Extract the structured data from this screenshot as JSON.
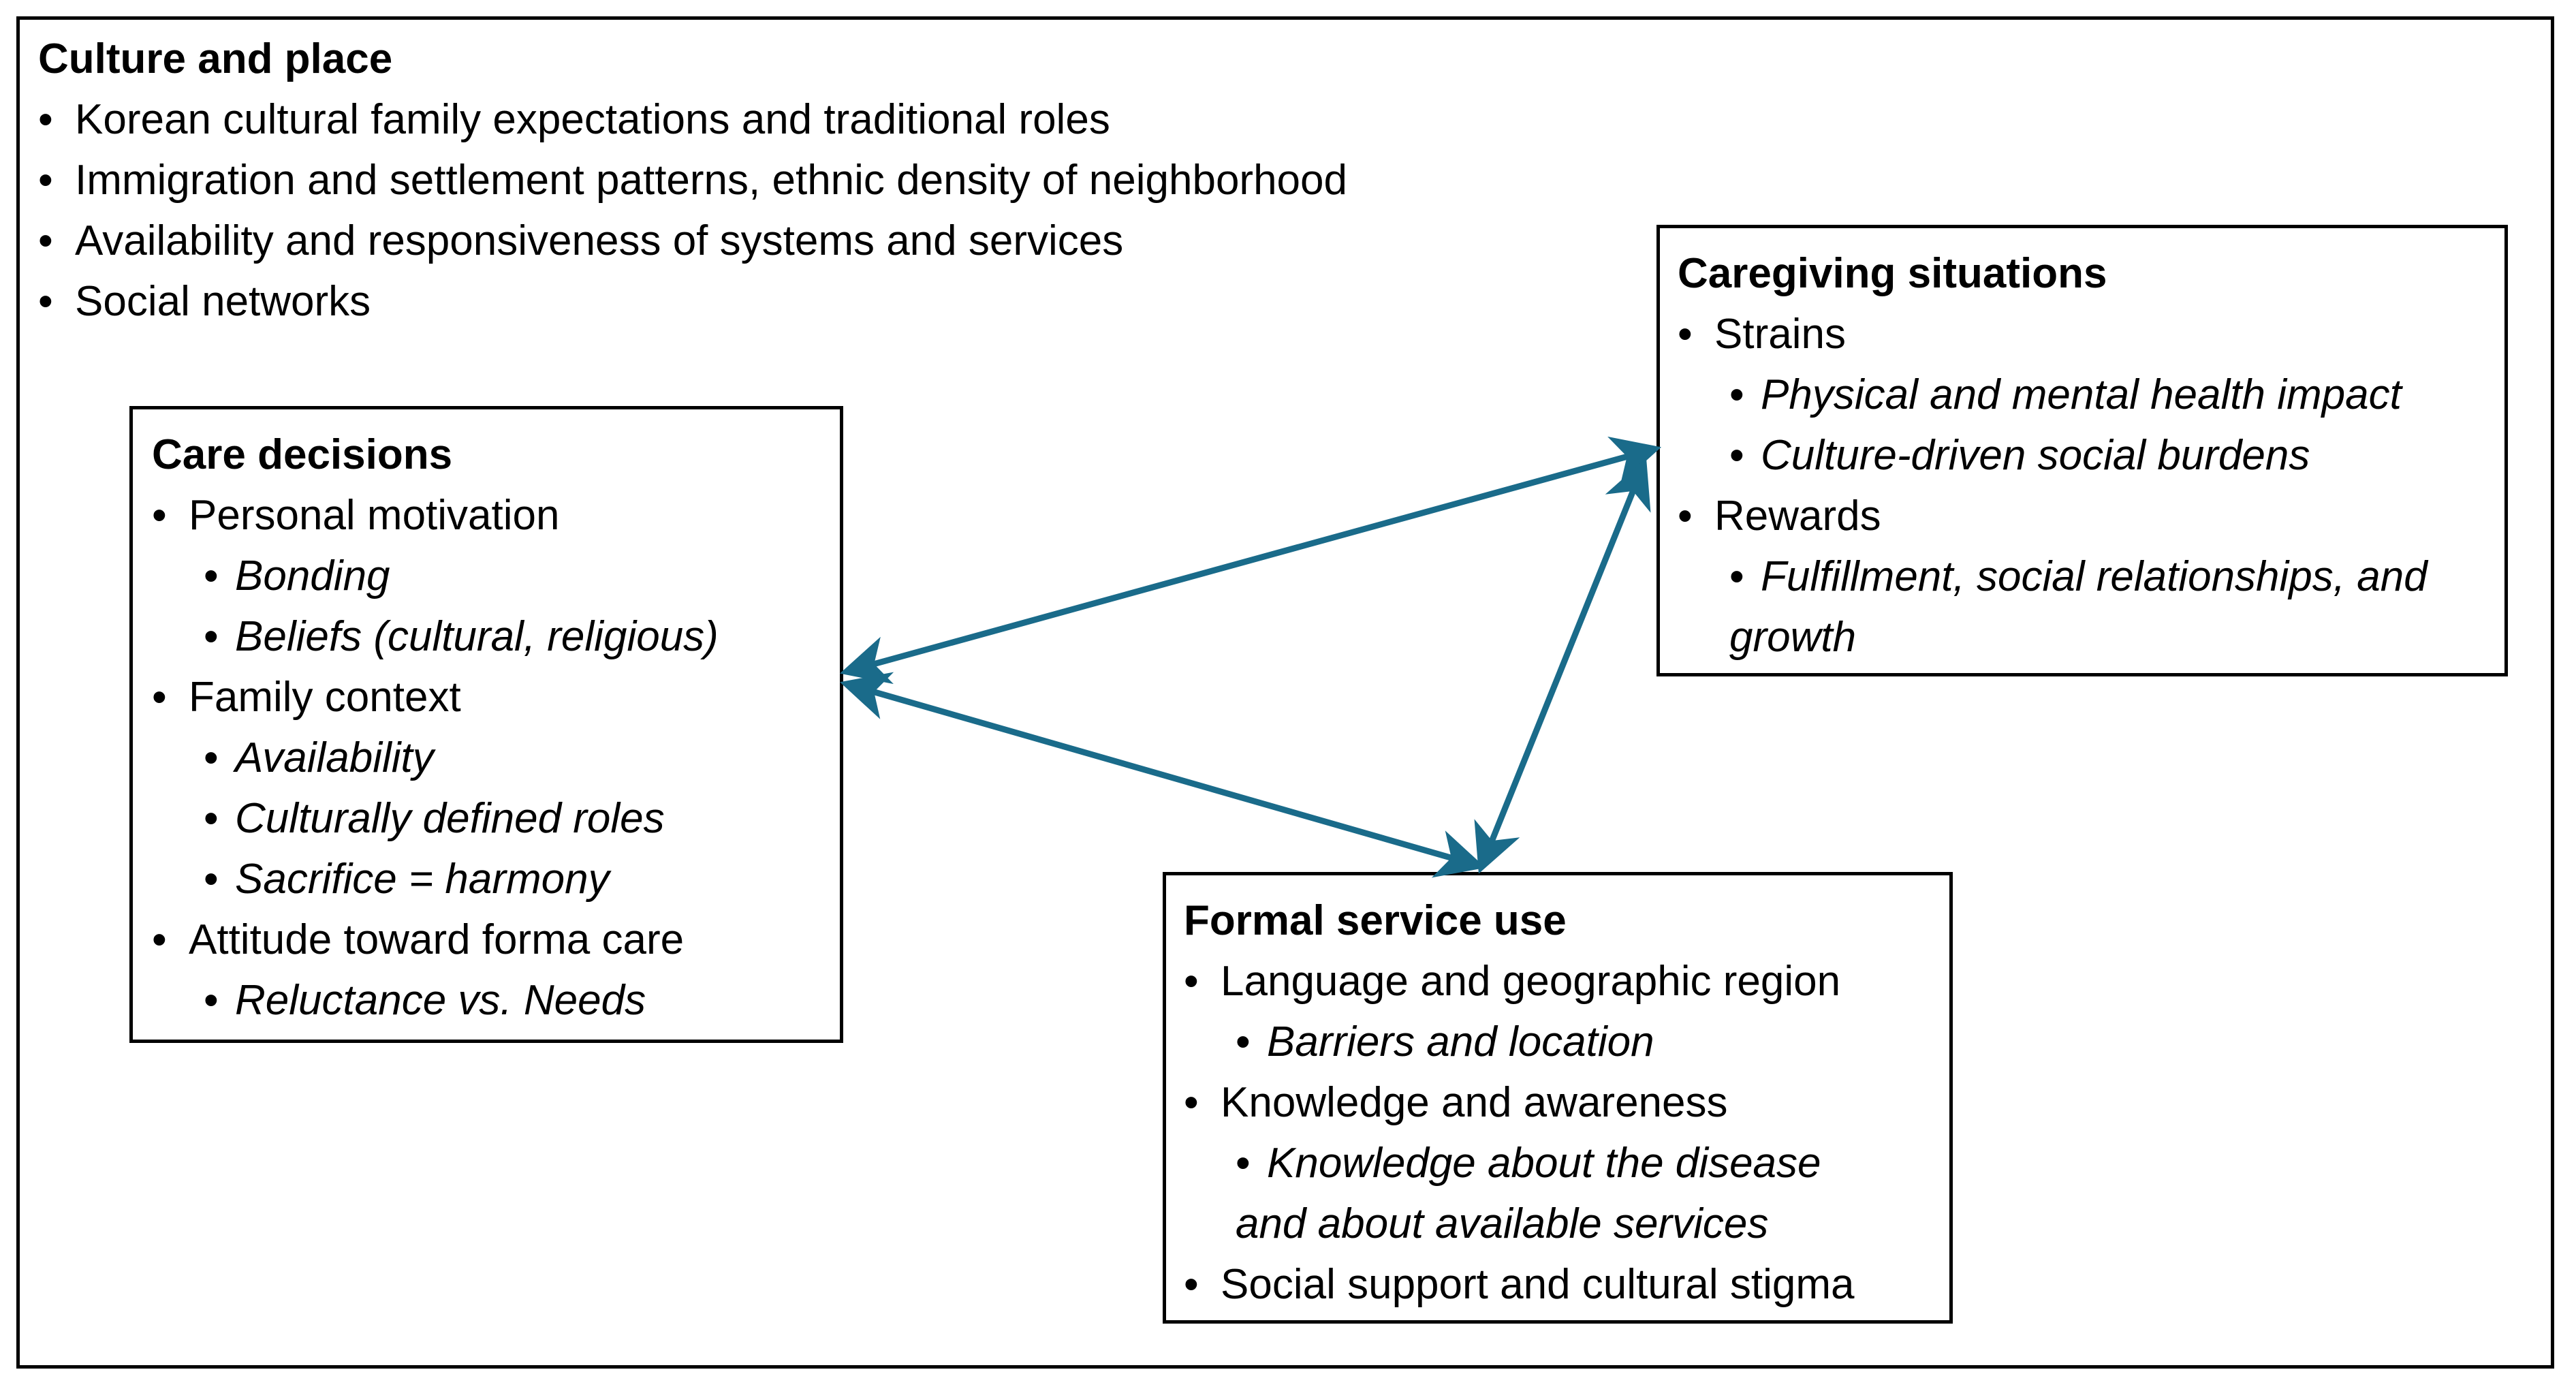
{
  "culture_place": {
    "title": "Culture and place",
    "items": [
      "Korean cultural family expectations and traditional roles",
      "Immigration and settlement patterns, ethnic density of neighborhood",
      "Availability and responsiveness of systems and services",
      "Social networks"
    ]
  },
  "care_decisions": {
    "title": "Care decisions",
    "items": [
      {
        "level": 1,
        "text": "Personal motivation"
      },
      {
        "level": 2,
        "text": "Bonding"
      },
      {
        "level": 2,
        "text": "Beliefs (cultural, religious)"
      },
      {
        "level": 1,
        "text": "Family context"
      },
      {
        "level": 2,
        "text": "Availability"
      },
      {
        "level": 2,
        "text": "Culturally defined roles"
      },
      {
        "level": 2,
        "text": "Sacrifice = harmony"
      },
      {
        "level": 1,
        "text": "Attitude toward forma care"
      },
      {
        "level": 2,
        "text": "Reluctance vs. Needs"
      }
    ]
  },
  "caregiving_situations": {
    "title": "Caregiving situations",
    "items": [
      {
        "level": 1,
        "text": "Strains"
      },
      {
        "level": 2,
        "text": "Physical and mental health impact"
      },
      {
        "level": 2,
        "text": "Culture-driven social burdens"
      },
      {
        "level": 1,
        "text": "Rewards"
      },
      {
        "level": 2,
        "text": "Fulfillment, social relationships, and growth"
      }
    ]
  },
  "formal_service_use": {
    "title": "Formal service use",
    "items": [
      {
        "level": 1,
        "text": "Language and geographic region"
      },
      {
        "level": 2,
        "text": "Barriers and location"
      },
      {
        "level": 1,
        "text": "Knowledge and awareness"
      },
      {
        "level": 2,
        "text": "Knowledge about the disease and about available services"
      },
      {
        "level": 1,
        "text": "Social support and cultural stigma"
      }
    ]
  },
  "colors": {
    "arrow": "#1a6b8a",
    "border": "#000000"
  }
}
